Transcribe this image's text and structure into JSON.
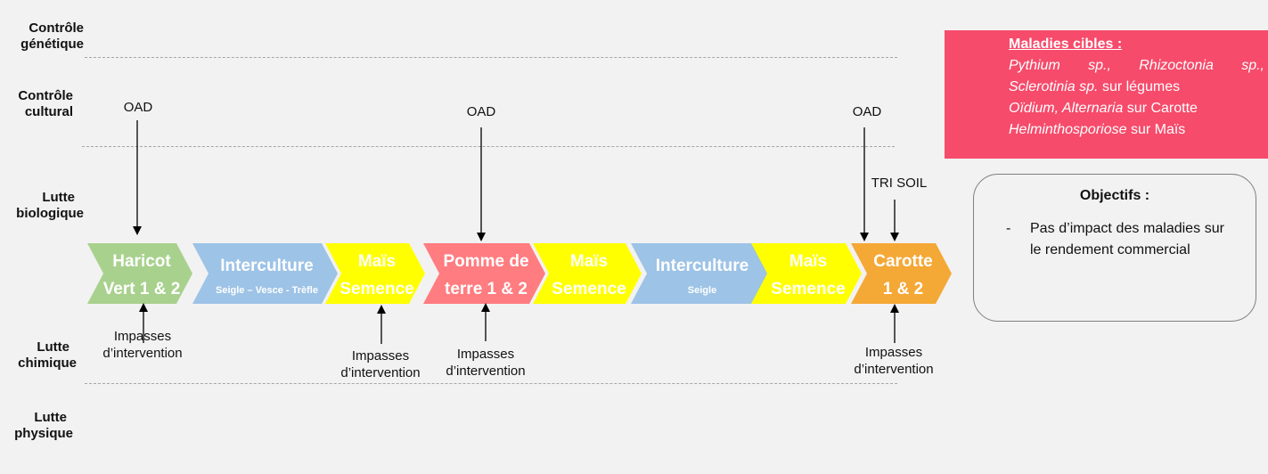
{
  "row_labels": [
    {
      "line1": "Contrôle",
      "line2": "génétique"
    },
    {
      "line1": "Contrôle",
      "line2": "cultural"
    },
    {
      "line1": "Lutte",
      "line2": "biologique"
    },
    {
      "line1": "Lutte",
      "line2": "chimique"
    },
    {
      "line1": "Lutte",
      "line2": "physique"
    }
  ],
  "top_labels": {
    "oad_1": "OAD",
    "oad_2": "OAD",
    "oad_3": "OAD",
    "tri_soil": "TRI SOIL"
  },
  "bottom_labels": [
    {
      "line1": "Impasses",
      "line2": "d’intervention"
    },
    {
      "line1": "Impasses",
      "line2": "d’intervention"
    },
    {
      "line1": "Impasses",
      "line2": "d’intervention"
    },
    {
      "line1": "Impasses",
      "line2": "d’intervention"
    }
  ],
  "rotation": [
    {
      "title1": "Haricot",
      "title2": "Vert 1 & 2",
      "sub": "",
      "color": "#a9d18e"
    },
    {
      "title1": "Interculture",
      "title2": "",
      "sub": "Seigle – Vesce - Trèfle",
      "color": "#9dc3e6"
    },
    {
      "title1": "Maïs",
      "title2": "Semence",
      "sub": "",
      "color": "#ffff00"
    },
    {
      "title1": "Pomme de",
      "title2": "terre 1 & 2",
      "sub": "",
      "color": "#ff7c80"
    },
    {
      "title1": "Maïs",
      "title2": "Semence",
      "sub": "",
      "color": "#ffff00"
    },
    {
      "title1": "Interculture",
      "title2": "",
      "sub": "Seigle",
      "color": "#9dc3e6"
    },
    {
      "title1": "Maïs",
      "title2": "Semence",
      "sub": "",
      "color": "#ffff00"
    },
    {
      "title1": "Carotte",
      "title2": "1 & 2",
      "sub": "",
      "color": "#f4a836"
    }
  ],
  "diseases": {
    "title": "Maladies cibles :",
    "line1_a": "Pythium",
    "line1_b": "sp.,",
    "line1_c": "Rhizoctonia",
    "line1_d": "sp.,",
    "line2_italic": "Sclerotinia sp.",
    "line2_rest": " sur légumes",
    "line3_italic": "Oïdium, Alternaria",
    "line3_rest": " sur Carotte",
    "line4_italic": "Helminthosporiose",
    "line4_rest": " sur Maïs",
    "color": "#f64b6b"
  },
  "objectives": {
    "title": "Objectifs :",
    "dash": "-",
    "item": "Pas d’impact des maladies sur le rendement commercial"
  }
}
